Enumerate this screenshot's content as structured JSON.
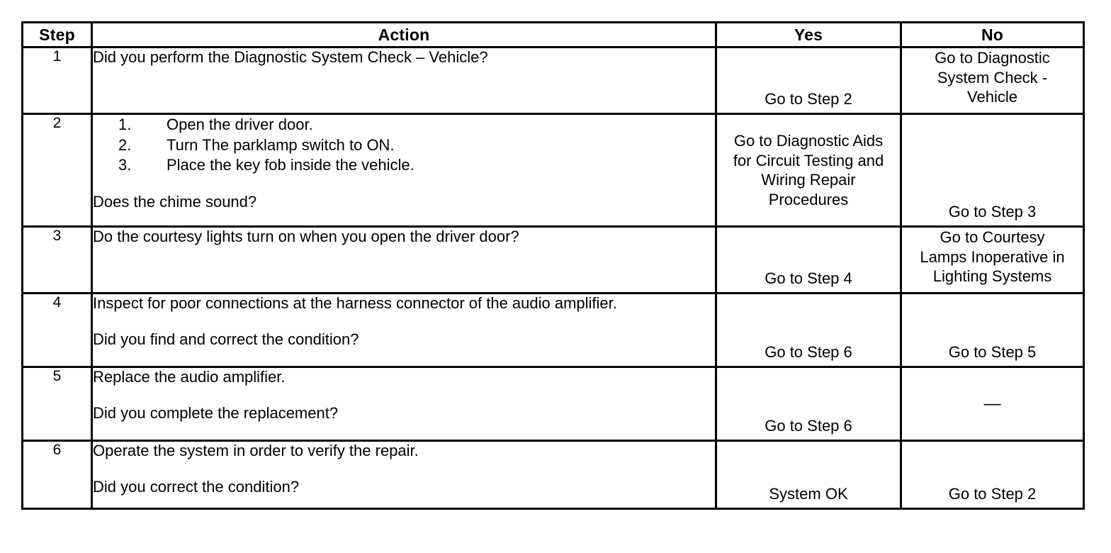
{
  "table": {
    "columns": [
      {
        "key": "step",
        "label": "Step"
      },
      {
        "key": "action",
        "label": "Action"
      },
      {
        "key": "yes",
        "label": "Yes"
      },
      {
        "key": "no",
        "label": "No"
      }
    ],
    "rows": [
      {
        "step": "1",
        "action_lines": [
          "Did you perform the Diagnostic System Check – Vehicle?"
        ],
        "list_items": [],
        "question": "",
        "yes": "Go to Step 2",
        "no": "Go to Diagnostic System Check - Vehicle",
        "no_lines": [
          "Go to Diagnostic",
          "System Check -",
          "Vehicle"
        ],
        "yes_lines": [
          "Go to Step 2"
        ]
      },
      {
        "step": "2",
        "action_lines": [],
        "list_items": [
          {
            "num": "1.",
            "text": "Open the driver door."
          },
          {
            "num": "2.",
            "text": "Turn The parklamp switch to ON."
          },
          {
            "num": "3.",
            "text": "Place the key fob inside the vehicle."
          }
        ],
        "question": "Does the chime sound?",
        "yes": "Go to Diagnostic Aids for Circuit Testing and Wiring Repair Procedures",
        "no": "Go to Step 3",
        "yes_lines": [
          "Go to Diagnostic Aids",
          "for Circuit Testing and",
          "Wiring Repair",
          "Procedures"
        ],
        "no_lines": [
          "Go to Step 3"
        ]
      },
      {
        "step": "3",
        "action_lines": [
          "Do the courtesy lights turn on when you open the driver door?"
        ],
        "list_items": [],
        "question": "",
        "yes": "Go to Step 4",
        "no": "Go to Courtesy Lamps Inoperative in Lighting Systems",
        "yes_lines": [
          "Go to Step 4"
        ],
        "no_lines": [
          "Go to Courtesy",
          "Lamps Inoperative in",
          "Lighting Systems"
        ]
      },
      {
        "step": "4",
        "action_lines": [
          "Inspect for poor connections at the harness connector of the audio amplifier."
        ],
        "list_items": [],
        "question": "Did you find and correct the condition?",
        "yes": "Go to Step 6",
        "no": "Go to Step 5",
        "yes_lines": [
          "Go to Step 6"
        ],
        "no_lines": [
          "Go to Step 5"
        ]
      },
      {
        "step": "5",
        "action_lines": [
          "Replace the audio amplifier."
        ],
        "list_items": [],
        "question": "Did you complete the replacement?",
        "yes": "Go to Step 6",
        "no": "—",
        "yes_lines": [
          "Go to Step 6"
        ],
        "no_lines": [
          "—"
        ]
      },
      {
        "step": "6",
        "action_lines": [
          "Operate the system in order to verify the repair."
        ],
        "list_items": [],
        "question": "Did you correct the condition?",
        "yes": "System OK",
        "no": "Go to Step 2",
        "yes_lines": [
          "System OK"
        ],
        "no_lines": [
          "Go to Step 2"
        ]
      }
    ]
  },
  "colors": {
    "border": "#000000",
    "text": "#000000",
    "background": "#ffffff"
  }
}
